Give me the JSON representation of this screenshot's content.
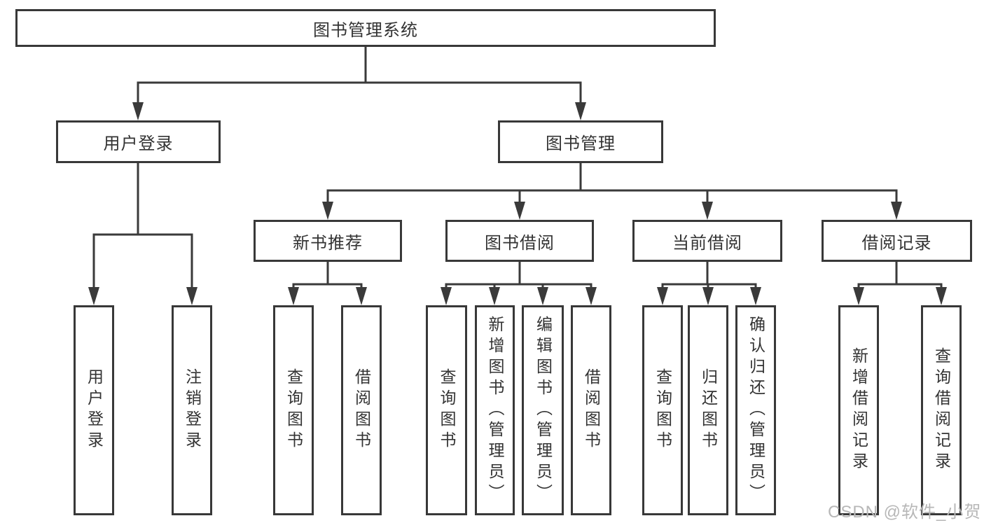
{
  "colors": {
    "line": "#3a3a3a",
    "box_border": "#383838",
    "text": "#333333",
    "background": "#ffffff",
    "watermark": "#b7b7b7"
  },
  "watermark": {
    "text": "CSDN @软件_小贺同学"
  },
  "tree": {
    "label": "图书管理系统",
    "children": [
      {
        "label": "用户登录",
        "children": [
          {
            "label": "用户登录"
          },
          {
            "label": "注销登录"
          }
        ]
      },
      {
        "label": "图书管理",
        "children": [
          {
            "label": "新书推荐",
            "children": [
              {
                "label": "查询图书"
              },
              {
                "label": "借阅图书"
              }
            ]
          },
          {
            "label": "图书借阅",
            "children": [
              {
                "label": "查询图书"
              },
              {
                "label": "新增图书（管理员）"
              },
              {
                "label": "编辑图书（管理员）"
              },
              {
                "label": "借阅图书"
              }
            ]
          },
          {
            "label": "当前借阅",
            "children": [
              {
                "label": "查询图书"
              },
              {
                "label": "归还图书"
              },
              {
                "label": "确认归还（管理员）"
              }
            ]
          },
          {
            "label": "借阅记录",
            "children": [
              {
                "label": "新增借阅记录"
              },
              {
                "label": "查询借阅记录"
              }
            ]
          }
        ]
      }
    ]
  }
}
